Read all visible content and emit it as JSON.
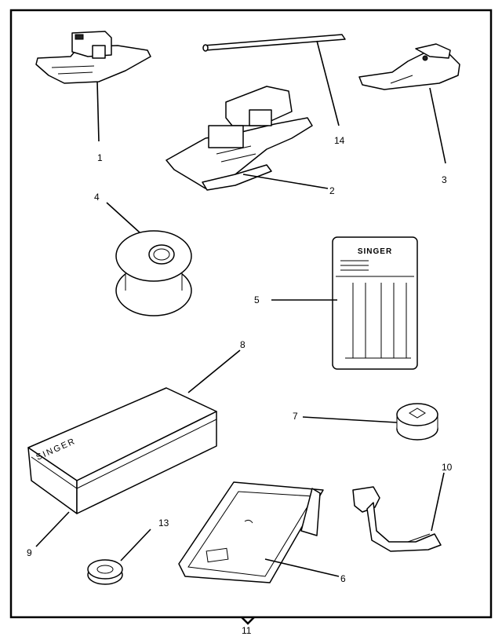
{
  "labels": {
    "l1": "1",
    "l2": "2",
    "l3": "3",
    "l4": "4",
    "l5": "5",
    "l6": "6",
    "l7": "7",
    "l8": "8",
    "l9": "9",
    "l10": "10",
    "l11": "11",
    "l13": "13",
    "l14": "14"
  },
  "brand": {
    "needle_pack": "SINGER",
    "box": "SINGER"
  }
}
